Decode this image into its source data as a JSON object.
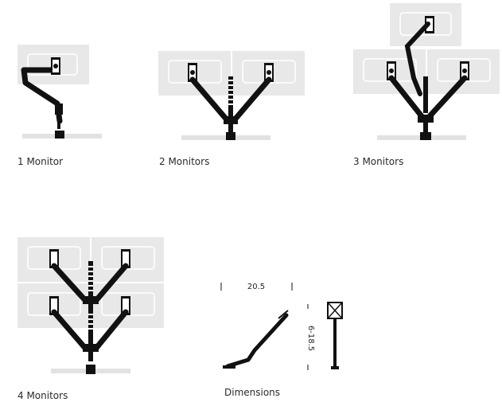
{
  "configurations": [
    {
      "label": "1 Monitor"
    },
    {
      "label": "2 Monitors"
    },
    {
      "label": "3 Monitors"
    },
    {
      "label": "4 Monitors"
    },
    {
      "label": "Dimensions"
    }
  ],
  "dimensions": {
    "reach": "20.5",
    "height": "6-18.5"
  },
  "colors": {
    "monitor_fill": "#e8e8e8",
    "monitor_outline": "#ffffff",
    "arm": "#111111",
    "desk": "#e2e2e2"
  }
}
